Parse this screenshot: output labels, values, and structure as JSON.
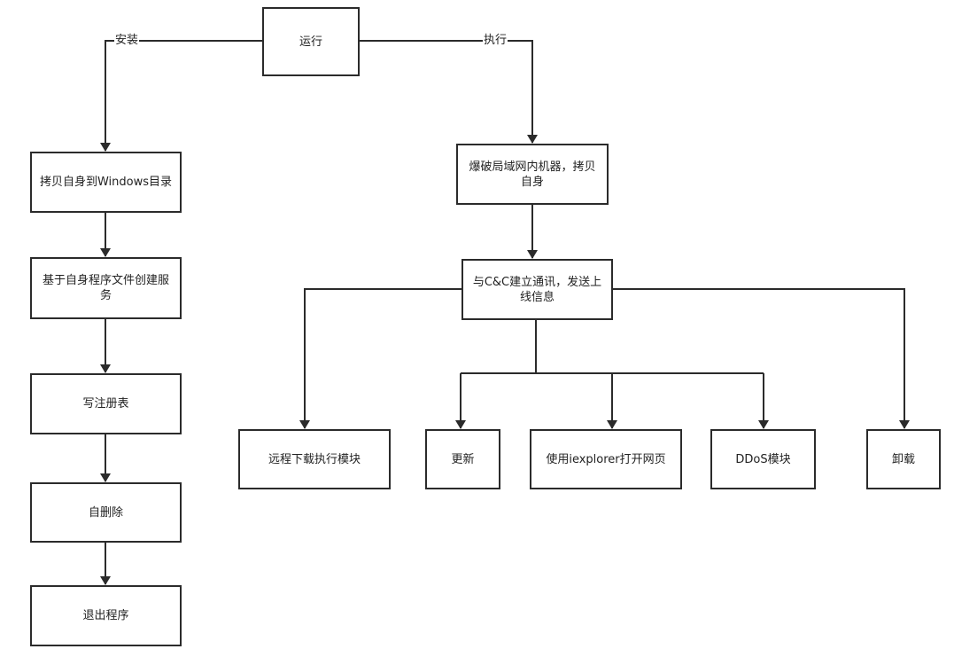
{
  "nodes": {
    "run": "运行",
    "copy_self": "拷贝自身到Windows目录",
    "create_service": "基于自身程序文件创建服务",
    "write_registry": "写注册表",
    "self_delete": "自删除",
    "exit_program": "退出程序",
    "brute_lan": "爆破局域网内机器，拷贝自身",
    "cnc_connect": "与C&C建立通讯，发送上线信息",
    "remote_download": "远程下载执行模块",
    "update": "更新",
    "open_webpage": "使用iexplorer打开网页",
    "ddos": "DDoS模块",
    "uninstall": "卸载"
  },
  "edges": {
    "install_label": "安装",
    "execute_label": "执行"
  },
  "colors": {
    "line": "#2b2b2b",
    "box_border": "#2b2b2b",
    "background": "#ffffff"
  }
}
